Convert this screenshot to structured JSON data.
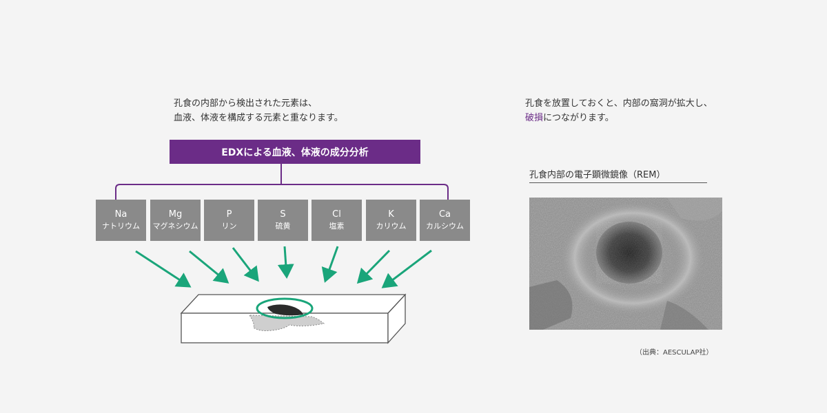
{
  "left": {
    "description_line1": "孔食の内部から検出された元素は、",
    "description_line2": "血液、体液を構成する元素と重なります。",
    "title": "EDXによる血液、体液の成分分析",
    "elements": [
      {
        "symbol": "Na",
        "name": "ナトリウム"
      },
      {
        "symbol": "Mg",
        "name": "マグネシウム"
      },
      {
        "symbol": "P",
        "name": "リン"
      },
      {
        "symbol": "S",
        "name": "硫黄"
      },
      {
        "symbol": "Cl",
        "name": "塩素"
      },
      {
        "symbol": "K",
        "name": "カリウム"
      },
      {
        "symbol": "Ca",
        "name": "カルシウム"
      }
    ]
  },
  "right": {
    "description_line1": "孔食を放置しておくと、内部の窩洞が拡大し、",
    "description_line2_accent": "破損",
    "description_line2_rest": "につながります。",
    "photo_title": "孔食内部の電子顕微鏡像（REM）",
    "source": "（出典：AESCULAP社）"
  },
  "colors": {
    "purple": "#6b2c87",
    "element_box": "#8a8a8a",
    "arrow_green": "#1aa57a",
    "background": "#f4f4f4"
  }
}
